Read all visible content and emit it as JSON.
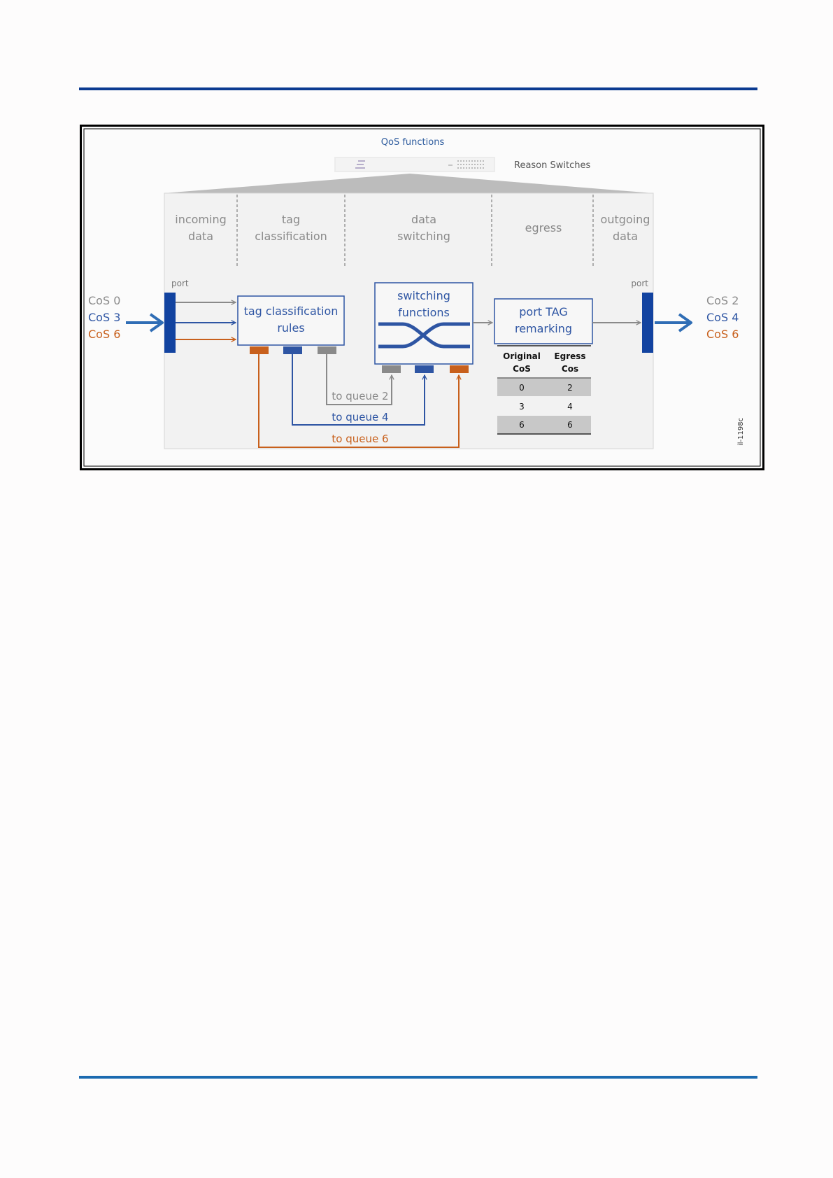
{
  "figure": {
    "title": "QoS functions",
    "device_label": "Reason Switches",
    "figure_id": "il-1198c",
    "colors": {
      "gray": "#8a8a8a",
      "blue": "#2e55a3",
      "orange": "#c8601c",
      "port_bar": "#1243a0",
      "panel": "#f2f2f2",
      "stage_text": "#8a8a8a",
      "arrow_blue": "#2f6db5"
    },
    "stages": {
      "incoming": [
        "incoming",
        "data"
      ],
      "tag": [
        "tag",
        "classification"
      ],
      "switching": [
        "data",
        "switching"
      ],
      "egress": [
        "egress"
      ],
      "outgoing": [
        "outgoing",
        "data"
      ]
    },
    "port_left_label": "port",
    "port_right_label": "port",
    "incoming_cos": [
      "CoS 0",
      "CoS 3",
      "CoS 6"
    ],
    "outgoing_cos": [
      "CoS 2",
      "CoS 4",
      "CoS 6"
    ],
    "tag_box": [
      "tag classification",
      "rules"
    ],
    "switch_box": [
      "switching",
      "functions"
    ],
    "remark_box": [
      "port TAG",
      "remarking"
    ],
    "queues": [
      "to queue 2",
      "to queue 4",
      "to queue 6"
    ],
    "table": {
      "headers": [
        [
          "Original",
          "CoS"
        ],
        [
          "Egress",
          "Cos"
        ]
      ],
      "rows": [
        [
          "0",
          "2"
        ],
        [
          "3",
          "4"
        ],
        [
          "6",
          "6"
        ]
      ]
    }
  }
}
